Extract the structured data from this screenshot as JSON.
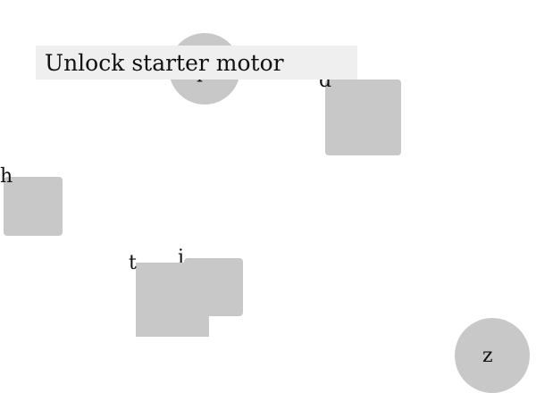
{
  "instruction": {
    "text": "Unlock starter motor"
  },
  "shapes": [
    {
      "name": "shape-p",
      "kind": "circle",
      "letter": "p"
    },
    {
      "name": "shape-d",
      "kind": "rounded-square",
      "letter": "d"
    },
    {
      "name": "shape-h",
      "kind": "rounded-square",
      "letter": "h"
    },
    {
      "name": "shape-i",
      "kind": "rounded-square",
      "letter": "i"
    },
    {
      "name": "shape-t",
      "kind": "square",
      "letter": "t"
    },
    {
      "name": "shape-z",
      "kind": "circle",
      "letter": "z"
    }
  ],
  "colors": {
    "shape_fill": "#c8c8c8",
    "instruction_background": "#efefef",
    "text": "#111111"
  }
}
